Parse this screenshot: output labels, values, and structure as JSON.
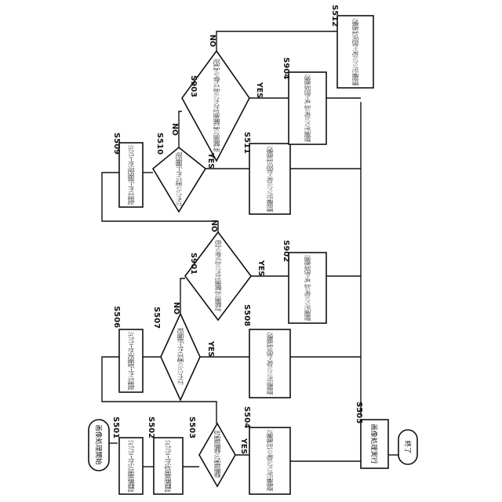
{
  "flowchart": {
    "start": "画像処理開始",
    "end": "終了",
    "steps": {
      "S501": "ジョブパラメータから入力画像処理時間算出",
      "S502": "ジョブパラメータから出力画像処理時間算出",
      "S503": "出力画像処理時間＞入力画像処理時間？",
      "S504": "入力画像処理後２面ともバンド単位のバッファリングを行う画像処理を選択",
      "S505": "画像処理実行",
      "S506": "ジョブパラメータから非圧縮画像データサイズ(2面)算出",
      "S507": "非圧縮画像データサイズ(2面)＜バッファサイズ？",
      "S508": "入力画像処理後２面とも非圧縮でページ単位のバッファリングを行う画像処理を選択",
      "S509": "ジョブパラメータから可逆圧縮画像データサイズ(2面)算出",
      "S510": "可逆圧縮画像データサイズ(2面)＜バッファサイズ？",
      "S511": "入力画像処理後２面とも可逆圧縮でページ単位のバッファリングを行う画像処理を選択",
      "S512": "入力画像処理後２面とも非可逆圧縮でページ単位のバッファリングを行う画像処理を選択",
      "S901": "非圧縮１面＋バンド保存サイズ(１面)＜バッファサイズかつ出力画像処理時間(１面)＜入力画像処理時間(１面)？",
      "S902": "入力画像処理後１面は非圧縮でページ単位、１面はバンド単位のバッファリングを行う画像処理を選択",
      "S903": "可逆圧縮１面＋バンド保存サイズ(１面)＜バッファサイズかつ出力画像処理時間(１面)＜入力画像処理時間(１面)？",
      "S904": "入力画像処理後１面は可逆圧縮でページ単位、１面はバンド単位のバッファリングを行う画像処理を選択"
    },
    "branch_labels": {
      "yes": "YES",
      "no": "NO"
    }
  }
}
